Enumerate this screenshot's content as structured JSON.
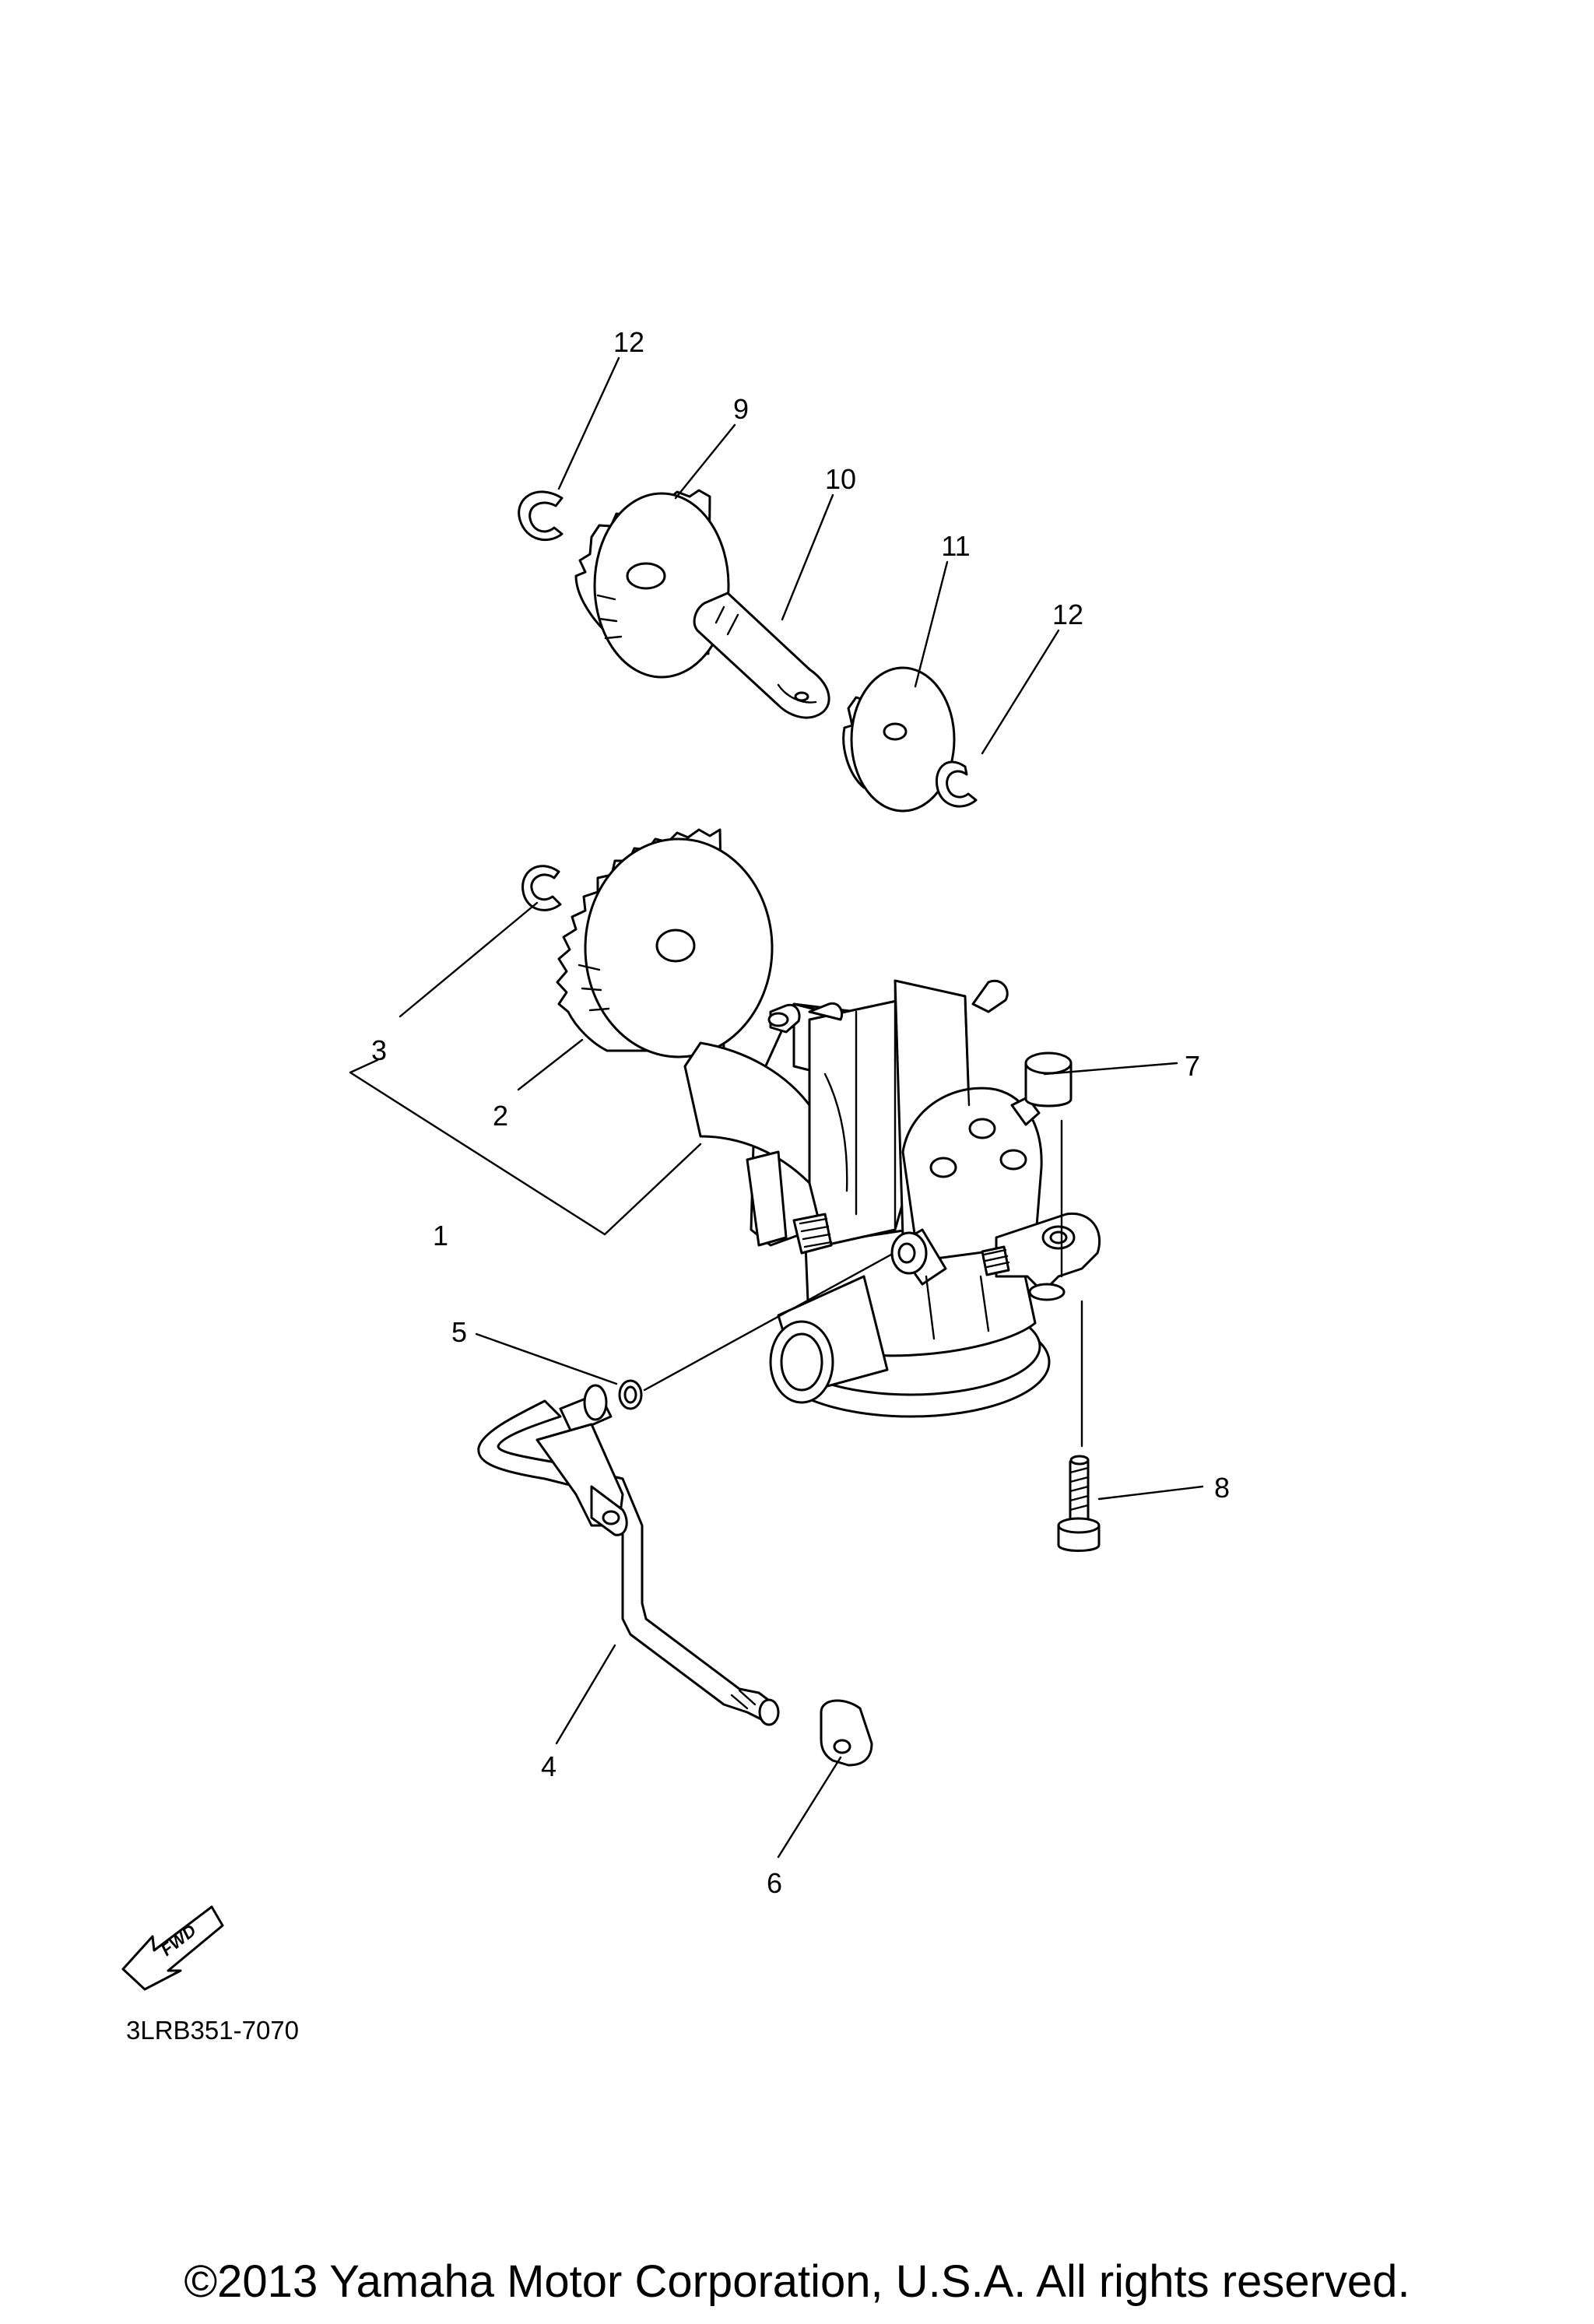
{
  "callouts": [
    "1",
    "2",
    "3",
    "4",
    "5",
    "6",
    "7",
    "8",
    "9",
    "10",
    "11",
    "12",
    "12"
  ],
  "fwd_label": "FWD",
  "reference_code": "3LRB351-7070",
  "copyright": "©2013 Yamaha Motor Corporation, U.S.A. All rights reserved."
}
